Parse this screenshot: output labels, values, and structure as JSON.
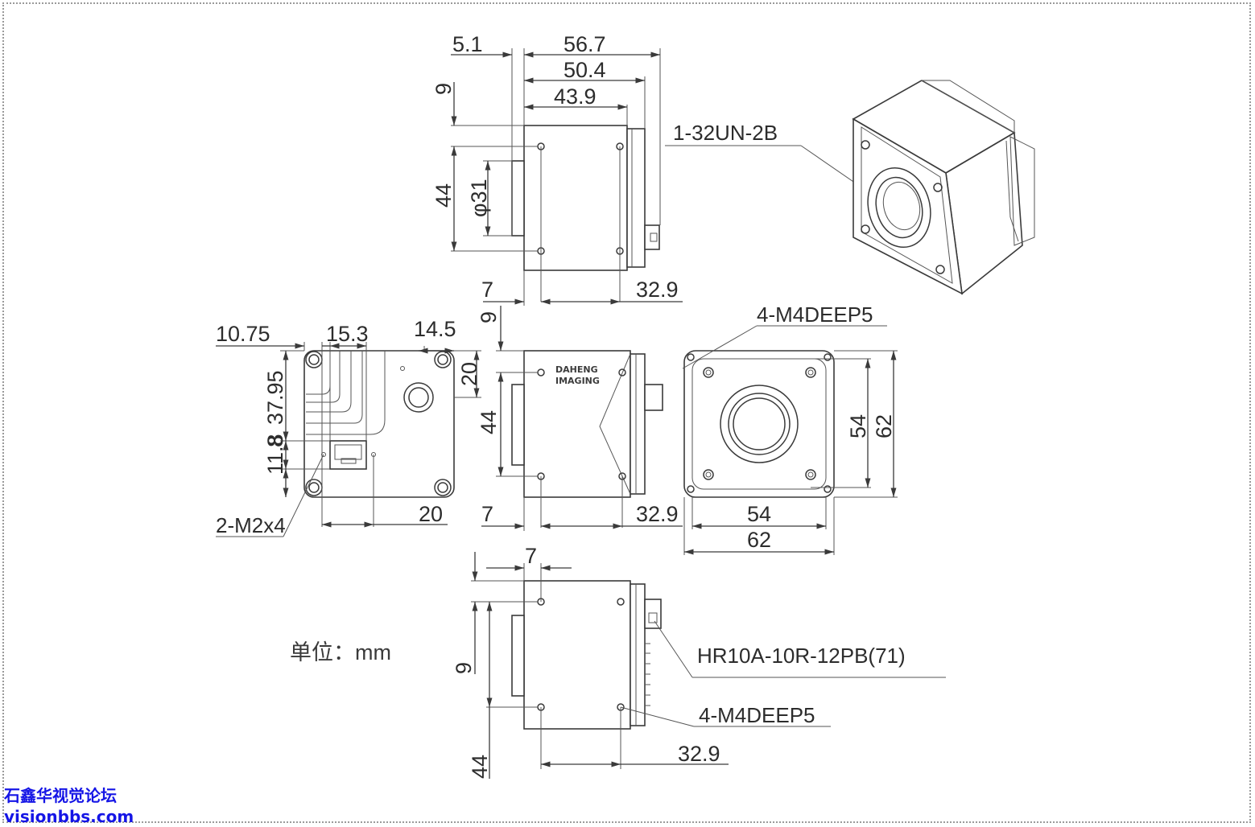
{
  "units_label": "单位：mm",
  "watermark": {
    "line1": "石鑫华视觉论坛",
    "line2": "visionbbs.com"
  },
  "brand_logo": {
    "line1": "DAHENG",
    "line2": "IMAGING"
  },
  "colors": {
    "line": "#3a3a3a",
    "watermark": "#1515e6",
    "frame": "#9a9a9a"
  },
  "top_view": {
    "dims": [
      "5.1",
      "56.7",
      "50.4",
      "43.9",
      "9",
      "44",
      "φ31",
      "7",
      "32.9"
    ],
    "callout": "1-32UN-2B"
  },
  "back_view": {
    "dims": [
      "10.75",
      "15.3",
      "14.5",
      "37.95",
      "20",
      "11.8",
      "8",
      "20"
    ],
    "callout": "2-M2x4"
  },
  "side_view": {
    "dims": [
      "9",
      "44",
      "7",
      "32.9"
    ]
  },
  "front_view": {
    "dims": [
      "54",
      "62",
      "54",
      "62"
    ],
    "callout": "4-M4DEEP5"
  },
  "bottom_view": {
    "dims": [
      "7",
      "9",
      "44",
      "32.9"
    ],
    "callouts": [
      "HR10A-10R-12PB(71)",
      "4-M4DEEP5"
    ]
  }
}
